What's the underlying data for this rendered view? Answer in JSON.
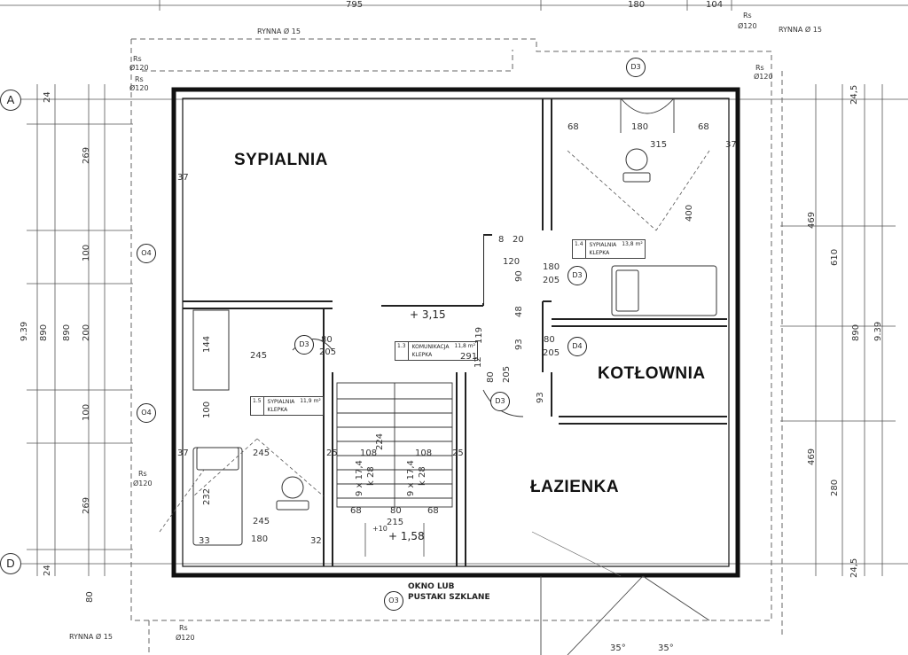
{
  "rooms": {
    "bedroom": "SYPIALNIA",
    "boiler_room": "KOTŁOWNIA",
    "bathroom": "ŁAZIENKA"
  },
  "axes": {
    "a": "A",
    "d": "D"
  },
  "top_dimensions": {
    "d1": "795",
    "d2": "180",
    "d3": "104"
  },
  "gutters": {
    "top_left": "RYNNA Ø 15",
    "top_right": "RYNNA Ø 15",
    "bottom_left": "RYNNA Ø 15"
  },
  "downpipes": {
    "rs": "Rs",
    "dia": "Ø120"
  },
  "left_dimensions": {
    "total_outer": "9.39",
    "total_a": "890",
    "total_b": "890",
    "seg_24_top": "24",
    "seg_269_top": "269",
    "seg_100_a": "100",
    "seg_200": "200",
    "seg_100_b": "100",
    "seg_269_bottom": "269",
    "seg_24_bottom": "24",
    "seg_80": "80"
  },
  "right_dimensions": {
    "seg_245_top": "24,5",
    "seg_469_a": "469",
    "seg_610": "610",
    "seg_890": "890",
    "total": "9.39",
    "seg_469_b": "469",
    "seg_280": "280",
    "seg_245_bottom": "24,5"
  },
  "door_tags": {
    "d3": "D3",
    "d4": "D4"
  },
  "window_tags": {
    "o4": "O4",
    "o3": "O3"
  },
  "room_tags": {
    "r14_num": "1.4",
    "r14_name": "SYPIALNIA",
    "r14_area": "13,8 m²",
    "r14_floor": "KLEPKA",
    "r13_num": "1.3",
    "r13_name": "KOMUNIKACJA",
    "r13_area": "11,8 m²",
    "r13_floor": "KLEPKA",
    "r15_num": "1.5",
    "r15_name": "SYPIALNIA",
    "r15_area": "11,9 m²",
    "r15_floor": "KLEPKA"
  },
  "inner_dims": {
    "d68a": "68",
    "d180a": "180",
    "d315": "315",
    "d68b": "68",
    "d400": "400",
    "d37a": "37",
    "d37b": "37",
    "d8": "8",
    "d20": "20",
    "d120": "120",
    "d90": "90",
    "d180b": "180",
    "d205a": "205",
    "d48": "48",
    "d119": "119",
    "d93a": "93",
    "d80a": "80",
    "d205b": "205",
    "d245a": "245",
    "d144": "144",
    "d80b": "80",
    "d205c": "205",
    "d291": "291",
    "d12": "12",
    "d80c": "80",
    "d205d": "205",
    "d93b": "93",
    "d100": "100",
    "d232": "232",
    "d245b": "245",
    "d245c": "245",
    "d33": "33",
    "d180c": "180",
    "d32": "32",
    "d25a": "25",
    "d108a": "108",
    "d224": "224",
    "d108b": "108",
    "d25b": "25",
    "d68c": "68",
    "d80d": "80",
    "d68d": "68",
    "d215": "215",
    "d37c": "37",
    "stairs_a": "9 x 17,4",
    "stairs_b": "k 28",
    "stairs_c": "9 x 17,4",
    "stairs_d": "k 28"
  },
  "levels": {
    "upper": "+ 3,15",
    "lower": "+ 1,58",
    "lower_prefix": "+10"
  },
  "notes": {
    "window_line1": "OKNO LUB",
    "window_line2": "PUSTAKI SZKLANE"
  },
  "roof_angles": {
    "left": "35°",
    "right": "35°"
  }
}
